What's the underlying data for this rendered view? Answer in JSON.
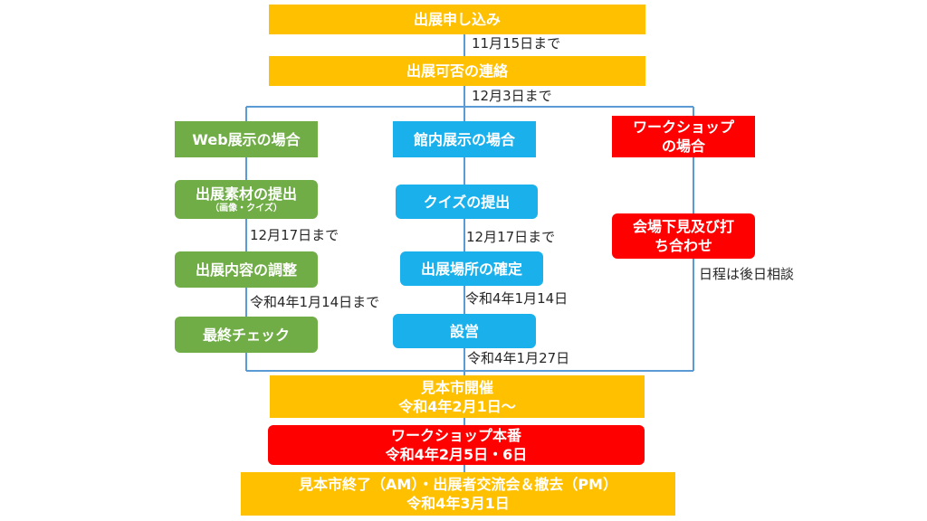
{
  "steps": {
    "apply": "出展申し込み",
    "apply_deadline": "11月15日まで",
    "approval": "出展可否の連絡",
    "approval_deadline": "12月3日まで"
  },
  "web": {
    "header": "Web展示の場合",
    "submit": "出展素材の提出",
    "submit_note": "（画像・クイズ）",
    "submit_deadline": "12月17日まで",
    "adjust": "出展内容の調整",
    "adjust_deadline": "令和4年1月14日まで",
    "final_check": "最終チェック"
  },
  "hall": {
    "header": "館内展示の場合",
    "quiz": "クイズの提出",
    "quiz_deadline": "12月17日まで",
    "location": "出展場所の確定",
    "location_date": "令和4年1月14日",
    "setup": "設営",
    "setup_date": "令和4年1月27日"
  },
  "workshop": {
    "header_line1": "ワークショップ",
    "header_line2": "の場合",
    "meeting_line1": "会場下見及び打",
    "meeting_line2": "ち合わせ",
    "meeting_note": "日程は後日相談"
  },
  "bottom": {
    "fair_title": "見本市開催",
    "fair_date": "令和4年2月1日～",
    "ws_title": "ワークショップ本番",
    "ws_date": "令和4年2月5日・6日",
    "end_title": "見本市終了（AM）・出展者交流会＆撤去（PM）",
    "end_date": "令和4年3月1日"
  },
  "colors": {
    "orange": "#ffc000",
    "green": "#70ad47",
    "blue": "#19b0ec",
    "red": "#ff0000",
    "line": "#5b9bd5"
  }
}
